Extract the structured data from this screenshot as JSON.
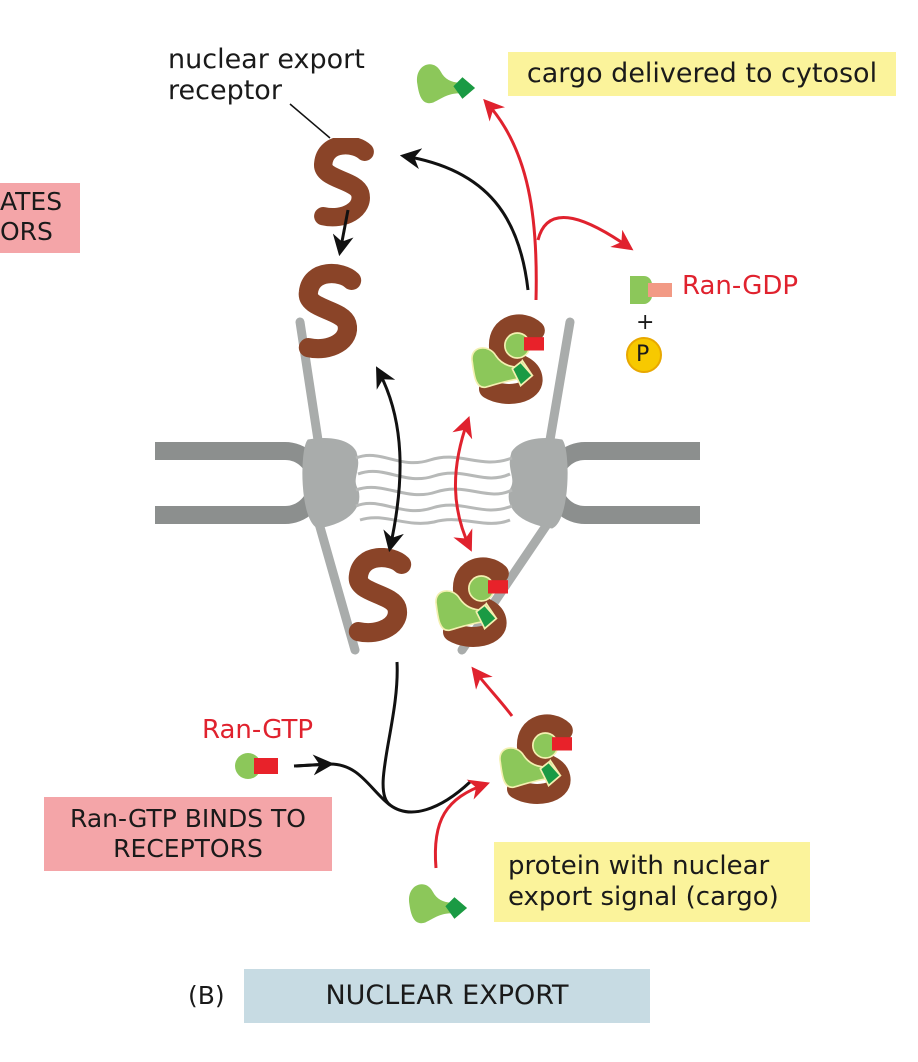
{
  "figure": {
    "panel_label": "(B)",
    "title": "NUCLEAR EXPORT"
  },
  "labels": {
    "receptor": "nuclear export\nreceptor",
    "receptor_line1": "nuclear export",
    "receptor_line2": "receptor",
    "cargo_delivered": "cargo delivered to cytosol",
    "ran_gdp": "Ran-GDP",
    "plus": "+",
    "phosphate": "P",
    "ran_gtp": "Ran-GTP",
    "cargo_protein_line1": "protein with nuclear",
    "cargo_protein_line2": "export signal (cargo)"
  },
  "boxes": {
    "hydrolysis_partial_line1": "ATES",
    "hydrolysis_partial_line2": "ORS",
    "ran_gtp_binds_line1": "Ran-GTP BINDS TO",
    "ran_gtp_binds_line2": "RECEPTORS"
  },
  "colors": {
    "receptor": "#8a4428",
    "cargo_light": "#8cc75a",
    "cargo_dark": "#1a9a44",
    "ran_gtp": "#e8222a",
    "ran_gdp": "#f29a85",
    "arrow_red": "#e0222e",
    "arrow_black": "#111111",
    "pore": "#a9acab",
    "envelope": "#8c8f8e",
    "phosphate": "#f7c900"
  }
}
